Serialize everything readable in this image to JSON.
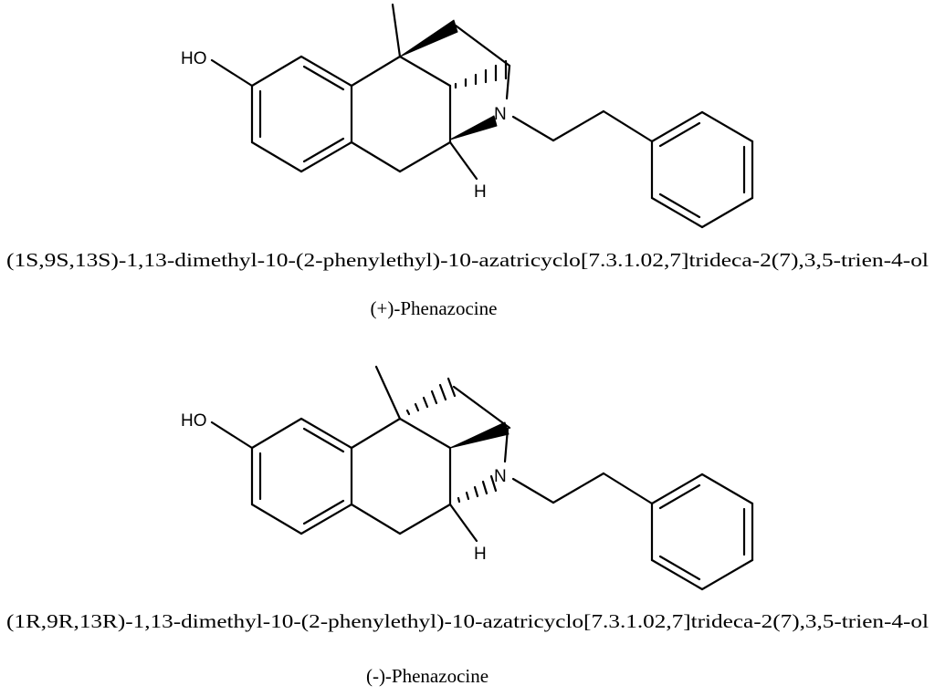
{
  "structures": [
    {
      "iupac_name": "(1S,9S,13S)-1,13-dimethyl-10-(2-phenylethyl)-10-azatricyclo[7.3.1.02,7]trideca-2(7),3,5-trien-4-ol",
      "common_name": "(+)-Phenazocine",
      "atoms": {
        "hydroxyl": "HO",
        "nitrogen": "N",
        "hydrogen": "H"
      }
    },
    {
      "iupac_name": "(1R,9R,13R)-1,13-dimethyl-10-(2-phenylethyl)-10-azatricyclo[7.3.1.02,7]trideca-2(7),3,5-trien-4-ol",
      "common_name": "(-)-Phenazocine",
      "atoms": {
        "hydroxyl": "HO",
        "nitrogen": "N",
        "hydrogen": "H"
      }
    }
  ]
}
